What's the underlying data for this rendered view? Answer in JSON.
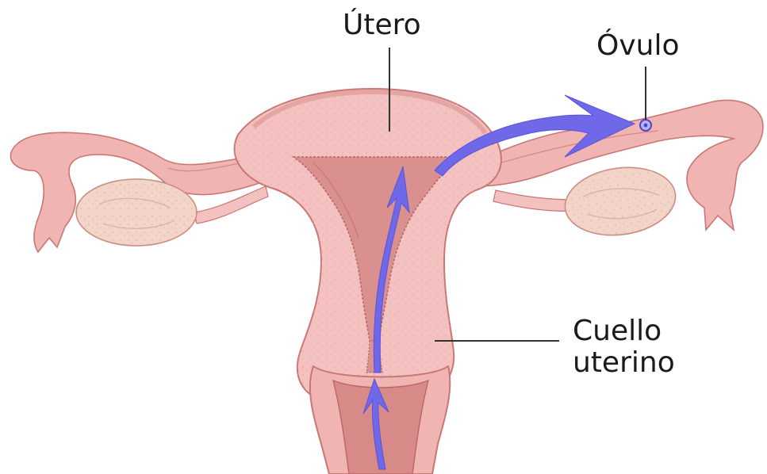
{
  "labels": {
    "uterus": "Útero",
    "ovum": "Óvulo",
    "cervix_line1": "Cuello",
    "cervix_line2": "uterino"
  },
  "colors": {
    "tissue": "#f3c1bf",
    "tissue_dark": "#e49a98",
    "tissue_edge": "#c97674",
    "cavity": "#d9908e",
    "ovary": "#f2d5c8",
    "arrow": "#6f68e8",
    "label_text": "#1a1a1a"
  }
}
